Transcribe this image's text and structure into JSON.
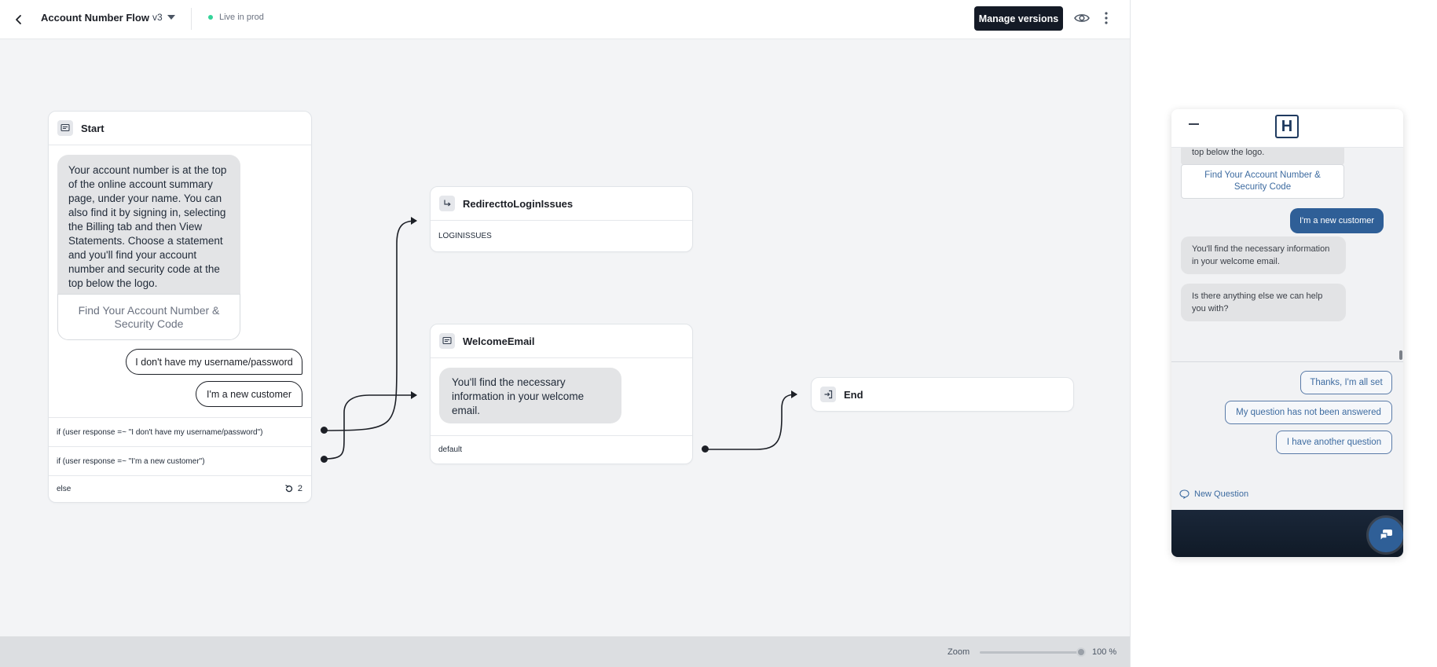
{
  "header": {
    "title": "Account Number Flow",
    "version": "v3",
    "status": "Live in prod",
    "manage_versions": "Manage versions"
  },
  "nodes": {
    "start": {
      "title": "Start",
      "message": "Your account number is at the top of the online account summary page, under your name. You can also find it by signing in, selecting the Billing tab and then View Statements. Choose a statement and you'll find your account number and security code at the top below the logo.",
      "link": "Find Your Account Number & Security Code",
      "replies": [
        "I don't have my username/password",
        "I'm a new customer"
      ],
      "branches": [
        "if (user response =~ \"I don't have my username/password\")",
        "if (user response =~ \"I'm a new customer\")"
      ],
      "else_label": "else",
      "loop_count": "2"
    },
    "redirect": {
      "title": "RedirecttoLoginIssues",
      "value": "LOGINISSUES"
    },
    "welcome": {
      "title": "WelcomeEmail",
      "message": "You'll find the necessary information in your welcome email.",
      "default_label": "default"
    },
    "end": {
      "title": "End"
    }
  },
  "zoom": {
    "label": "Zoom",
    "value": "100 %",
    "level": 1.0
  },
  "widget": {
    "logo": "H",
    "partial_text": "top below the logo.",
    "card_link": "Find Your Account Number & Security Code",
    "user_message": "I'm a new customer",
    "bot_messages": [
      "You'll find the necessary information in your welcome email.",
      "Is there anything else we can help you with?"
    ],
    "quick_replies": [
      "Thanks, I'm all set",
      "My question has not been answered",
      "I have another question"
    ],
    "new_question": "New Question"
  },
  "colors": {
    "accent_dark": "#141a26",
    "live": "#34d399",
    "widget_accent": "#2f5f97"
  }
}
